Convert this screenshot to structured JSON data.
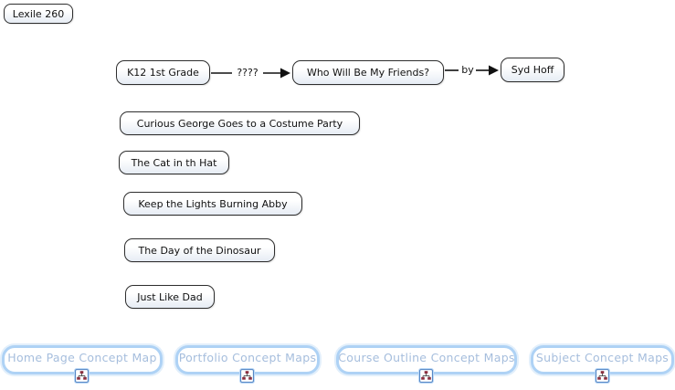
{
  "legend": {
    "label": "Lexile 260"
  },
  "reading_row": {
    "grade": "K12 1st Grade",
    "link_unknown": "????",
    "book": "Who Will Be My Friends?",
    "link_by": "by",
    "author": "Syd Hoff"
  },
  "books": [
    "Curious George Goes to a Costume Party",
    "The Cat in th Hat",
    "Keep the Lights Burning Abby",
    "The Day of the Dinosaur",
    "Just Like Dad"
  ],
  "footer": {
    "buttons": [
      "Home Page Concept Map",
      "Portfolio Concept Maps",
      "Course Outline Concept Maps",
      "Subject Concept Maps"
    ],
    "icon": "concept-map-icon"
  },
  "colors": {
    "background": "#ffffff",
    "node_border": "#2e2e2e",
    "node_fill_top": "#ffffff",
    "node_fill_bottom": "#e6ecf4",
    "node_text": "#111111",
    "connector": "#111111",
    "footer_border": "#aed2f5",
    "footer_halo": "#e2effb",
    "footer_text": "#a6bedd",
    "icon_frame": "#4a7fc1",
    "icon_glyph": "#8c2f3f"
  }
}
